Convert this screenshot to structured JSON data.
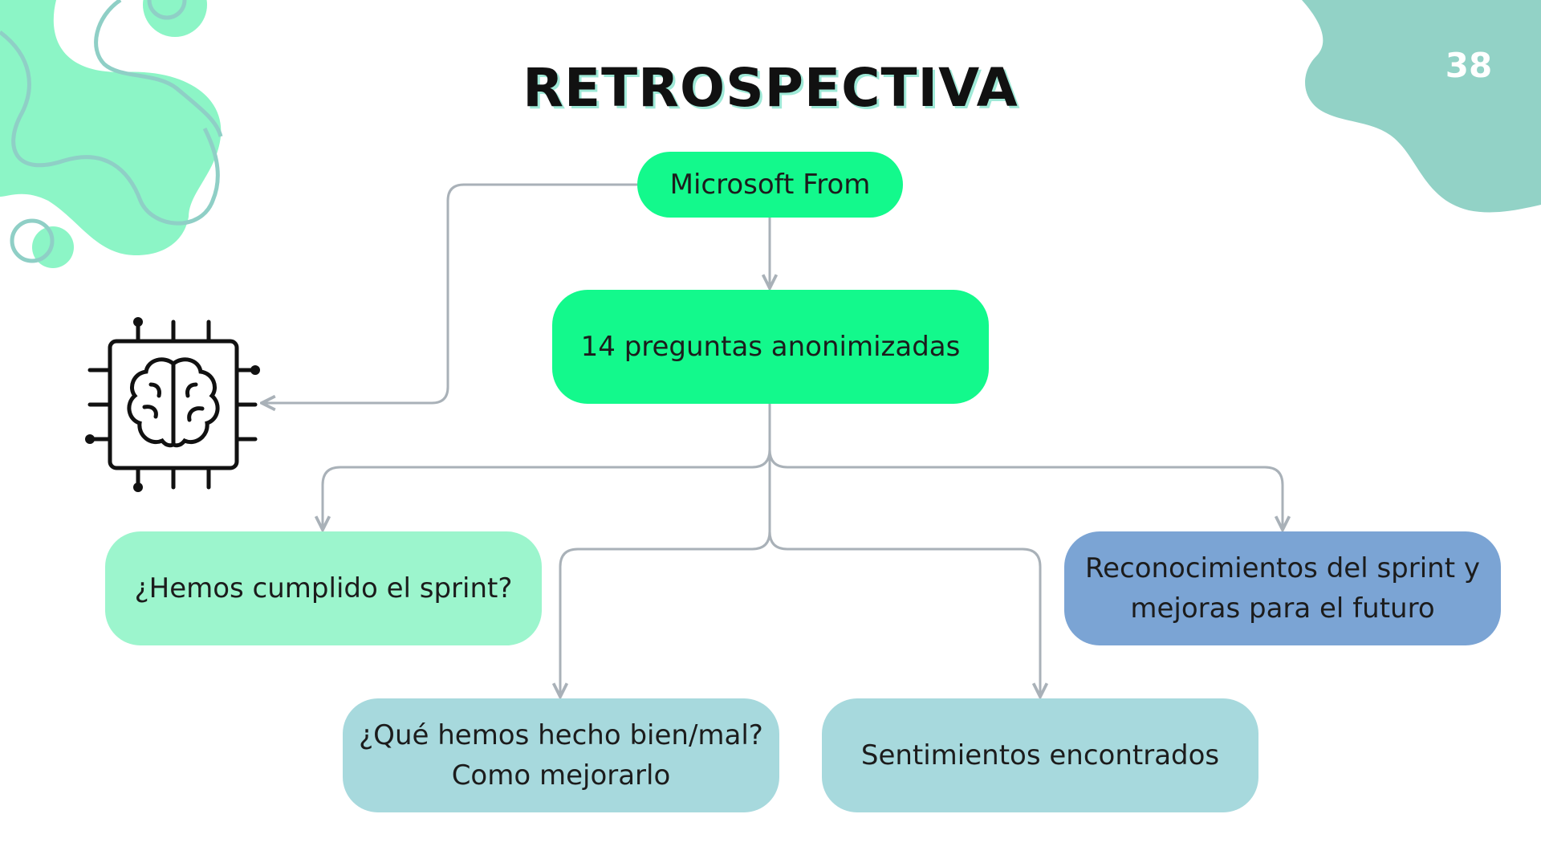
{
  "slide": {
    "title": "RETROSPECTIVA",
    "page_number": "38"
  },
  "nodes": {
    "source": "Microsoft From",
    "questions": "14 preguntas anonimizadas",
    "sprint_done": "¿Hemos cumplido el sprint?",
    "recognitions_line1": "Reconocimientos del sprint y",
    "recognitions_line2": "mejoras para el futuro",
    "good_bad_line1": "¿Qué hemos hecho bien/mal?",
    "good_bad_line2": "Como mejorarlo",
    "feelings": "Sentimientos encontrados"
  },
  "icons": {
    "ai": "ai-brain-chip-icon"
  },
  "colors": {
    "accent_green": "#13f98c",
    "mint": "#9cf5cd",
    "blue": "#7ba4d4",
    "teal_light": "#a7d9dd",
    "blob_green": "#8cf5c6",
    "blob_teal": "#92d2c6",
    "connector": "#a9b1b8"
  }
}
